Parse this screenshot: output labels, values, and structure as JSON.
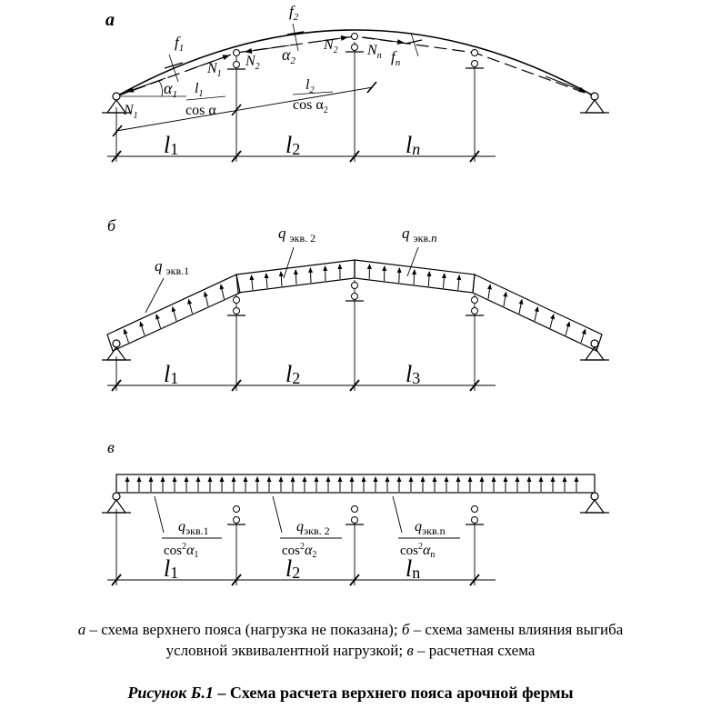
{
  "panel_a": {
    "label": "а",
    "f1": "f",
    "f1_sub": "1",
    "f2": "f",
    "f2_sub": "2",
    "fn": "f",
    "fn_sub": "n",
    "alpha1": "α",
    "alpha1_sub": "1",
    "alpha2": "α",
    "alpha2_sub": "2",
    "N": "N",
    "N1_sub": "1",
    "N2_sub": "2",
    "Nn_sub": "n",
    "l_num1": "l",
    "l_num1_sub": "1",
    "cos1": "cos α",
    "l_num2": "l",
    "l_num2_sub": "2",
    "cos2": "cos α",
    "cos2_sub": "2",
    "spans": [
      {
        "text": "l",
        "sub": "1"
      },
      {
        "text": "l",
        "sub": "2"
      },
      {
        "text": "l",
        "sub": "n"
      }
    ]
  },
  "panel_b": {
    "label": "б",
    "q1": "q",
    "q1_sub": "экв.1",
    "q2": "q",
    "q2_sub": "экв. 2",
    "qn": "q",
    "qn_sub": "экв.",
    "qn_n": "n",
    "spans": [
      {
        "text": "l",
        "sub": "1"
      },
      {
        "text": "l",
        "sub": "2"
      },
      {
        "text": "l",
        "sub": "3"
      }
    ]
  },
  "panel_v": {
    "label": "в",
    "loads": [
      {
        "q": "q",
        "q_sub": "экв.1",
        "den": "cos",
        "den_sup": "2",
        "den_alpha": "α",
        "den_sub": "1"
      },
      {
        "q": "q",
        "q_sub": "экв. 2",
        "den": "cos",
        "den_sup": "2",
        "den_alpha": "α",
        "den_sub": "2"
      },
      {
        "q": "q",
        "q_sub": "экв.n",
        "den": "cos",
        "den_sup": "2",
        "den_alpha": "α",
        "den_sub": "n"
      }
    ],
    "spans": [
      {
        "text": "l",
        "sub": "1"
      },
      {
        "text": "l",
        "sub": "2"
      },
      {
        "text": "l",
        "sub": "n"
      }
    ]
  },
  "caption": {
    "line1_a": "а",
    "line1_text1": " – схема верхнего пояса (нагрузка не показана); ",
    "line1_b": "б",
    "line1_text2": " – схема замены влияния выгиба",
    "line2_text1": "условной эквивалентной нагрузкой; ",
    "line2_v": "в",
    "line2_text2": " – расчетная схема"
  },
  "figure_title": {
    "label": "Рисунок Б.1",
    "text": " – Схема расчета верхнего пояса арочной фермы"
  }
}
